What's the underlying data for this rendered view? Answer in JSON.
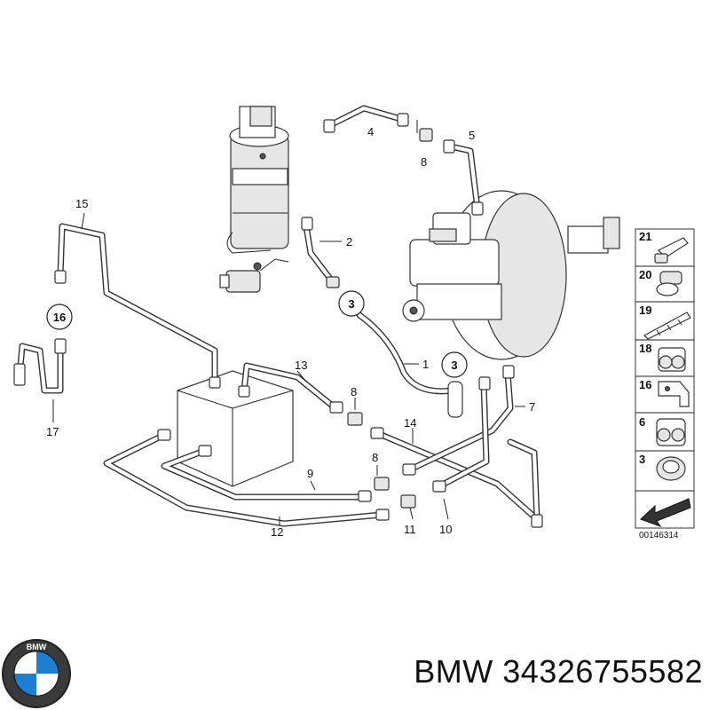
{
  "callouts": {
    "c1": "1",
    "c2": "2",
    "c3a": "3",
    "c3b": "3",
    "c4": "4",
    "c5": "5",
    "c7": "7",
    "c8a": "8",
    "c8b": "8",
    "c8c": "8",
    "c9": "9",
    "c10": "10",
    "c11": "11",
    "c12": "12",
    "c13": "13",
    "c14": "14",
    "c15": "15",
    "c16": "16",
    "c17": "17"
  },
  "side_panel": {
    "items": [
      "21",
      "20",
      "19",
      "18",
      "16",
      "6",
      "3"
    ]
  },
  "diagram_id": "00146314",
  "brand": {
    "logo_letters": "BMW",
    "caption": "BMW 34326755582"
  }
}
